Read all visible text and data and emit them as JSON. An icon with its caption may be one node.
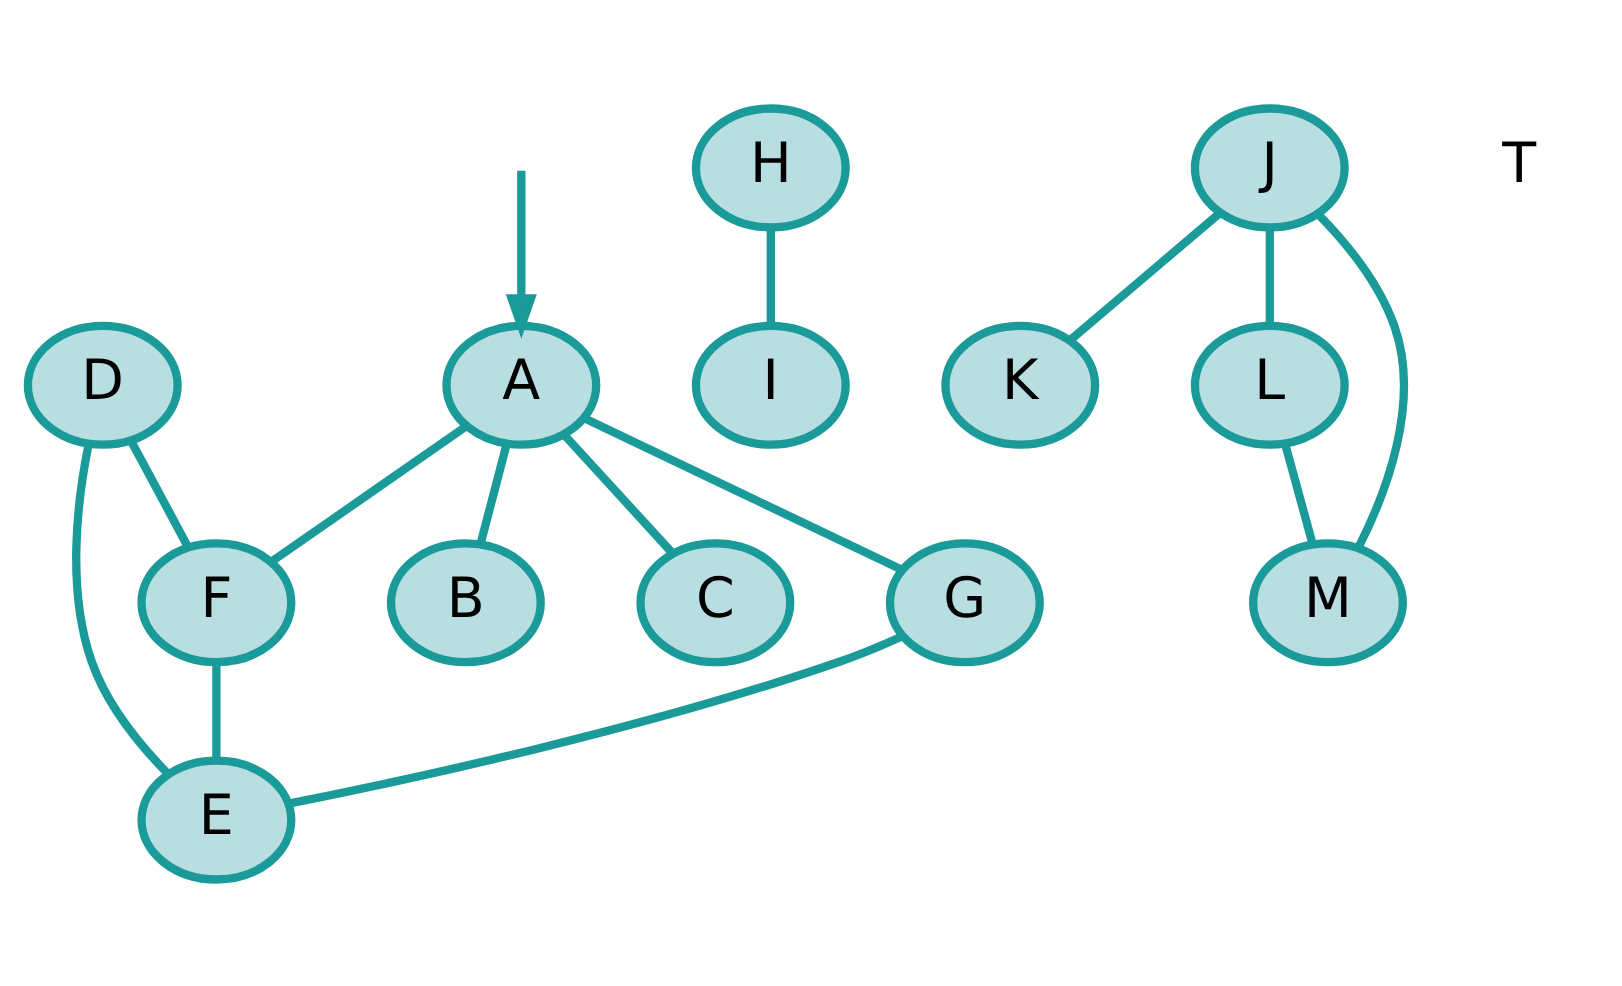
{
  "diagram": {
    "nodes": [
      {
        "text": [
          "A"
        ]
      },
      {
        "text": [
          "B"
        ]
      },
      {
        "text": [
          "C"
        ]
      },
      {
        "text": [
          "G"
        ]
      },
      {
        "text": [
          "D"
        ]
      },
      {
        "text": [
          "F"
        ]
      },
      {
        "text": [
          "E"
        ]
      },
      {
        "text": [
          "H"
        ]
      },
      {
        "text": [
          "I"
        ]
      },
      {
        "text": [
          "J"
        ]
      },
      {
        "text": [
          "K"
        ]
      },
      {
        "text": [
          "L"
        ]
      },
      {
        "text": [
          "M"
        ]
      }
    ],
    "edges": [
      {
        "from": null,
        "to": 0,
        "arrow": "to"
      },
      {
        "from": 0,
        "to": 3,
        "arrow": "none"
      },
      {
        "from": 0,
        "to": 1,
        "arrow": "none"
      },
      {
        "from": 0,
        "to": 2,
        "arrow": "none"
      },
      {
        "from": 0,
        "to": 5,
        "arrow": "none"
      },
      {
        "from": 3,
        "to": 6,
        "arrow": "none"
      },
      {
        "from": 4,
        "to": 5,
        "arrow": "none"
      },
      {
        "from": 4,
        "to": 6,
        "arrow": "none"
      },
      {
        "from": 5,
        "to": 6,
        "arrow": "none"
      },
      {
        "from": 7,
        "to": 8,
        "arrow": "none"
      },
      {
        "from": 9,
        "to": 10,
        "arrow": "none"
      },
      {
        "from": 9,
        "to": 11,
        "arrow": "none"
      },
      {
        "from": 9,
        "to": 12,
        "arrow": "none"
      },
      {
        "from": 11,
        "to": 12,
        "arrow": "none"
      }
    ],
    "labels": [
      "T"
    ]
  }
}
